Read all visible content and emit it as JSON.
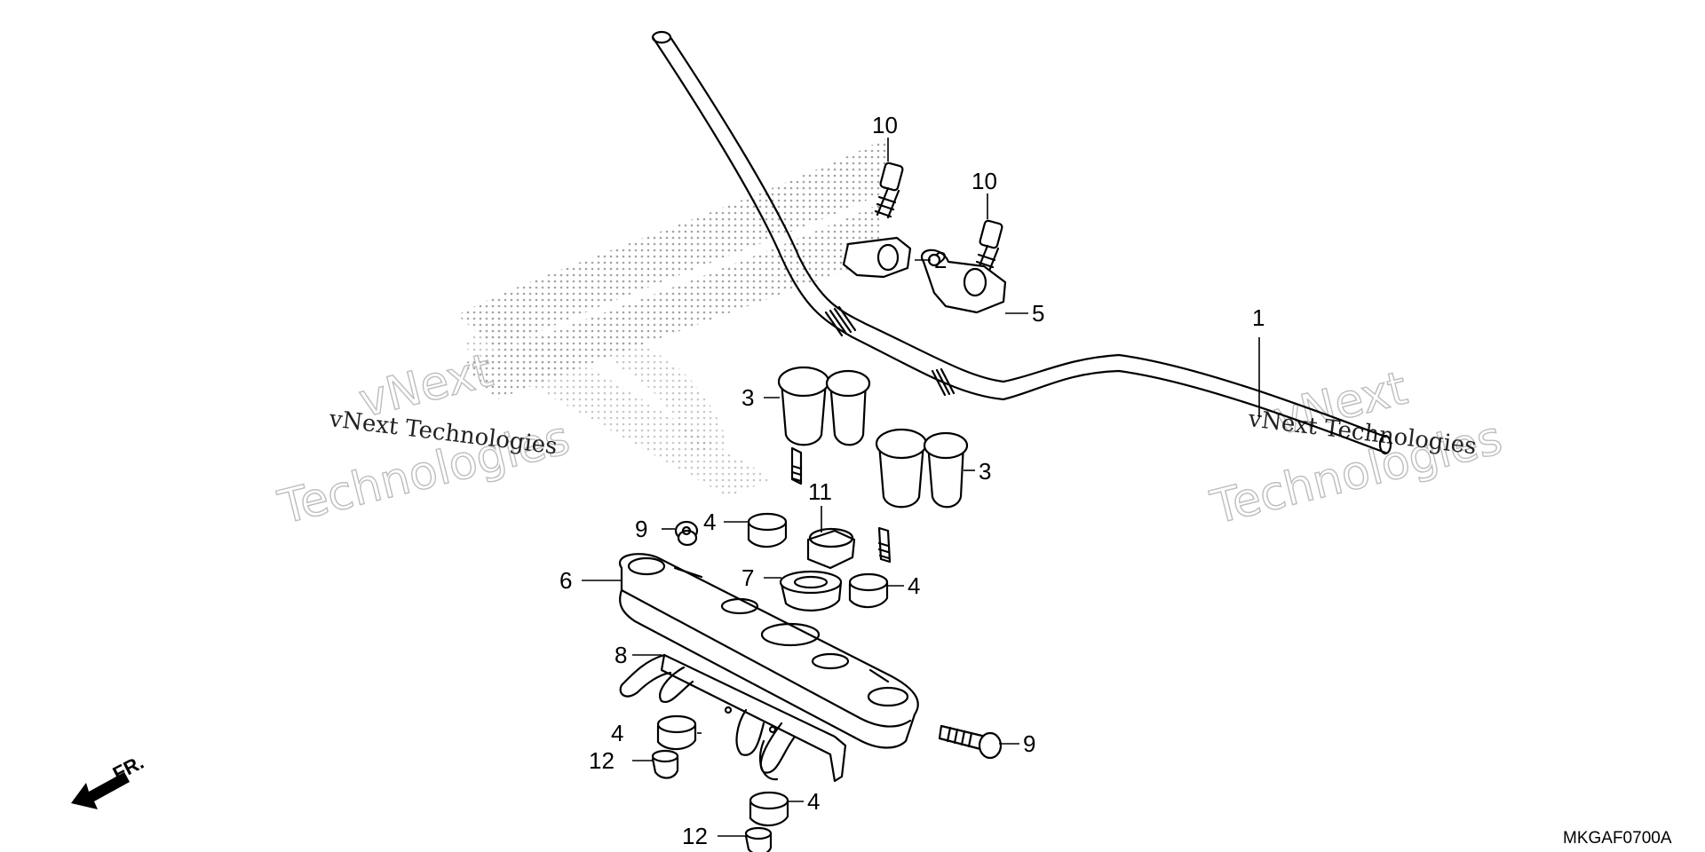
{
  "diagram": {
    "part_code": "MKGAF0700A",
    "front_label": "FR.",
    "watermark": {
      "line1": "vNext Technologies",
      "line2a": "vNext",
      "line2b": "Technologies"
    },
    "callouts": [
      {
        "id": "c1",
        "text": "1"
      },
      {
        "id": "c2",
        "text": "2"
      },
      {
        "id": "c3a",
        "text": "3"
      },
      {
        "id": "c3b",
        "text": "3"
      },
      {
        "id": "c4a",
        "text": "4"
      },
      {
        "id": "c4b",
        "text": "4"
      },
      {
        "id": "c4c",
        "text": "4"
      },
      {
        "id": "c4d",
        "text": "4"
      },
      {
        "id": "c5",
        "text": "5"
      },
      {
        "id": "c6",
        "text": "6"
      },
      {
        "id": "c7",
        "text": "7"
      },
      {
        "id": "c8",
        "text": "8"
      },
      {
        "id": "c9a",
        "text": "9"
      },
      {
        "id": "c9b",
        "text": "9"
      },
      {
        "id": "c10a",
        "text": "10"
      },
      {
        "id": "c10b",
        "text": "10"
      },
      {
        "id": "c11",
        "text": "11"
      },
      {
        "id": "c12a",
        "text": "12"
      },
      {
        "id": "c12b",
        "text": "12"
      }
    ]
  }
}
